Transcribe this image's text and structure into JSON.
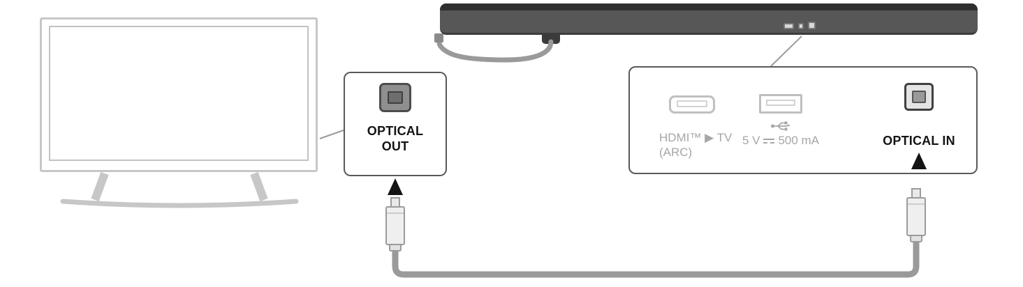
{
  "colors": {
    "tv_outline": "#c7c7c7",
    "soundbar_body": "#575757",
    "soundbar_top": "#2f2f2f",
    "cable_gray": "#9a9a9a",
    "callout_border": "#595959",
    "muted_label": "#a6a6a6",
    "label_black": "#141414"
  },
  "optical_out": {
    "line1": "OPTICAL",
    "line2": "OUT"
  },
  "panel": {
    "hdmi_line1": "HDMI™ ▶ TV",
    "hdmi_line2": "(ARC)",
    "usb_left": "5 V",
    "usb_right": "500 mA",
    "optical_in": "OPTICAL IN"
  }
}
